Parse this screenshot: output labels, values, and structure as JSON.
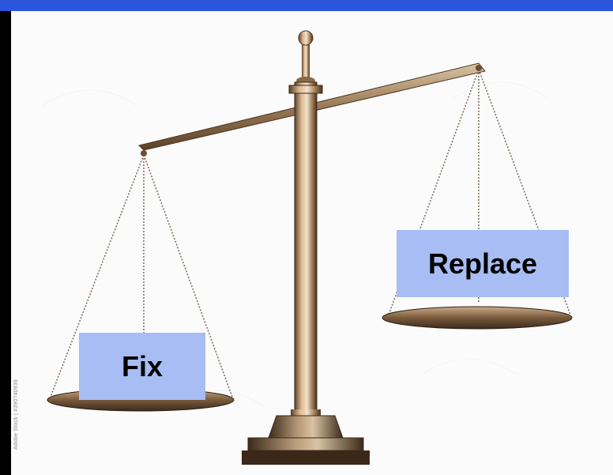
{
  "image": {
    "subject": "balance-scale",
    "colors": {
      "frame_blue": "#2a55dd",
      "left_band": "#000000",
      "background": "#fbfbfb",
      "label_fill": "#a7bdf3",
      "metal": "#a08060"
    }
  },
  "labels": {
    "left_pan": "Fix",
    "right_pan": "Replace"
  },
  "watermark": "Adobe Stock | #390740939"
}
